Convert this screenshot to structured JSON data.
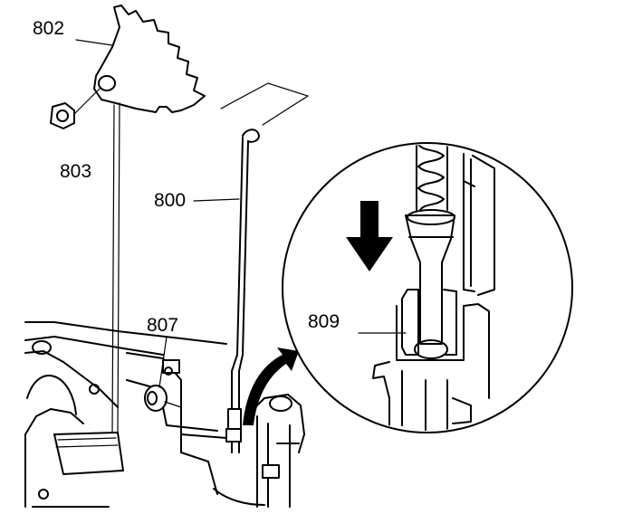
{
  "callouts": {
    "c802": "802",
    "c803": "803",
    "c800": "800",
    "c807": "807",
    "c809": "809"
  },
  "icons": {
    "arrow_down": "down-arrow-icon",
    "arrow_curved": "curved-arrow-icon"
  }
}
